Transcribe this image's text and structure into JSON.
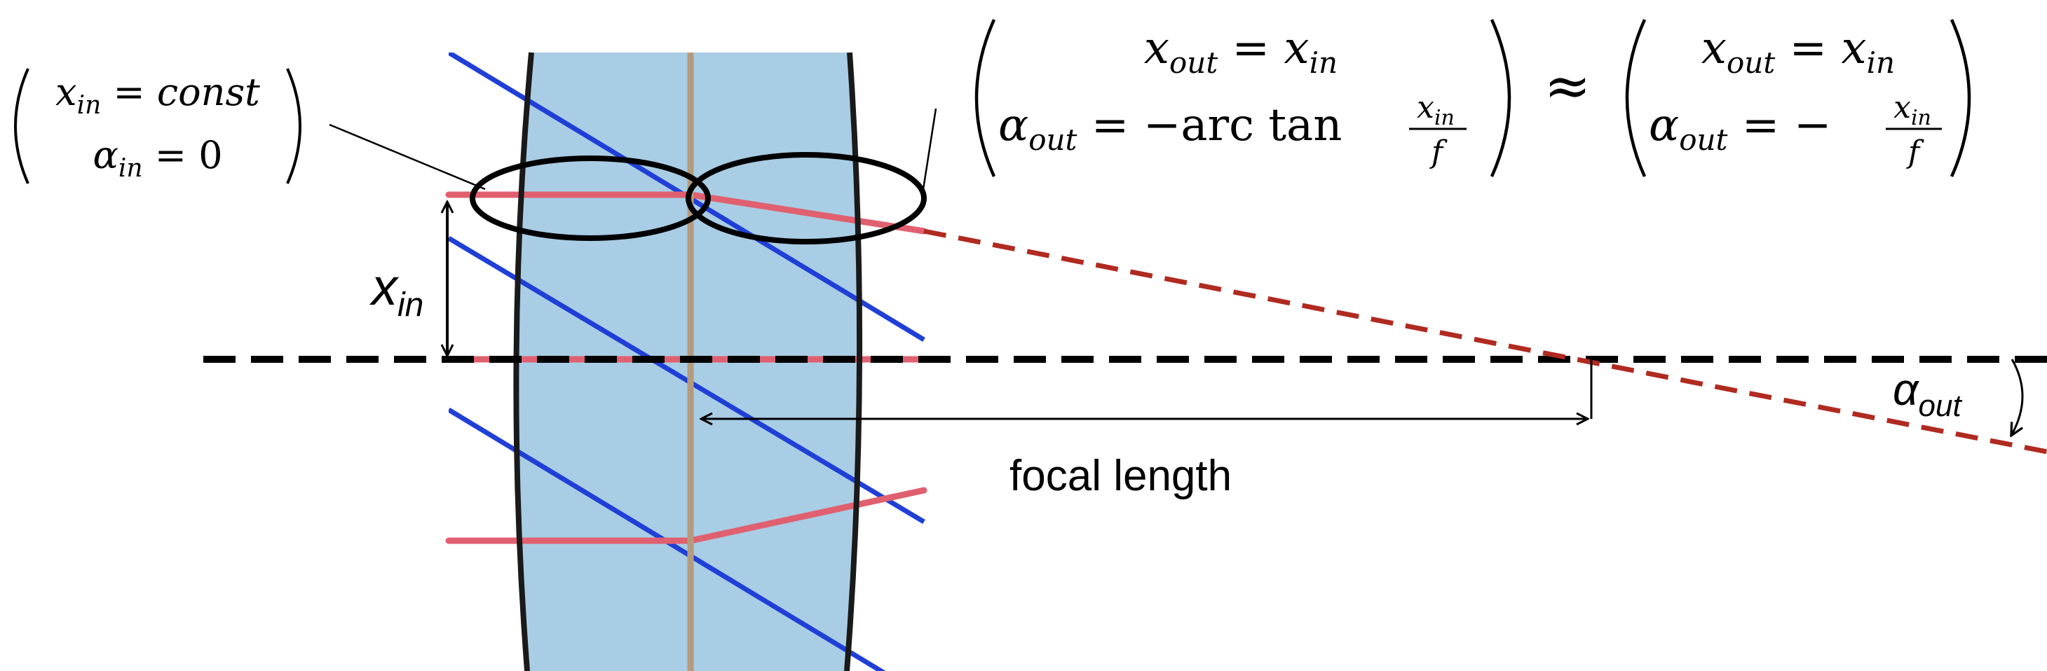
{
  "input_matrix": {
    "row1": {
      "var": "x",
      "sub": "in",
      "eq": "=",
      "val": "const"
    },
    "row2": {
      "var": "α",
      "sub": "in",
      "eq": "=",
      "val": "0"
    }
  },
  "output_exact": {
    "row1": {
      "lhs_var": "x",
      "lhs_sub": "out",
      "eq": "=",
      "rhs_var": "x",
      "rhs_sub": "in"
    },
    "row2": {
      "lhs_var": "α",
      "lhs_sub": "out",
      "eq": "=",
      "minus": "−",
      "func": "arc tan",
      "num_var": "x",
      "num_sub": "in",
      "den": "f"
    }
  },
  "approx_symbol": "≈",
  "output_approx": {
    "row1": {
      "lhs_var": "x",
      "lhs_sub": "out",
      "eq": "=",
      "rhs_var": "x",
      "rhs_sub": "in"
    },
    "row2": {
      "lhs_var": "α",
      "lhs_sub": "out",
      "eq": "=",
      "minus": "−",
      "num_var": "x",
      "num_sub": "in",
      "den": "f"
    }
  },
  "x_in_label": {
    "var": "x",
    "sub": "in"
  },
  "alpha_out_label": {
    "var": "α",
    "sub": "out"
  },
  "focal_length_label": "focal length",
  "colors": {
    "lens_fill": "#a9cde4",
    "lens_edge": "#1a1a1a",
    "center_line": "#b59a7e",
    "red_ray": "#e06070",
    "dashed_ray": "#b02a20",
    "blue_ray": "#1f3fd6",
    "axis": "#000000"
  }
}
